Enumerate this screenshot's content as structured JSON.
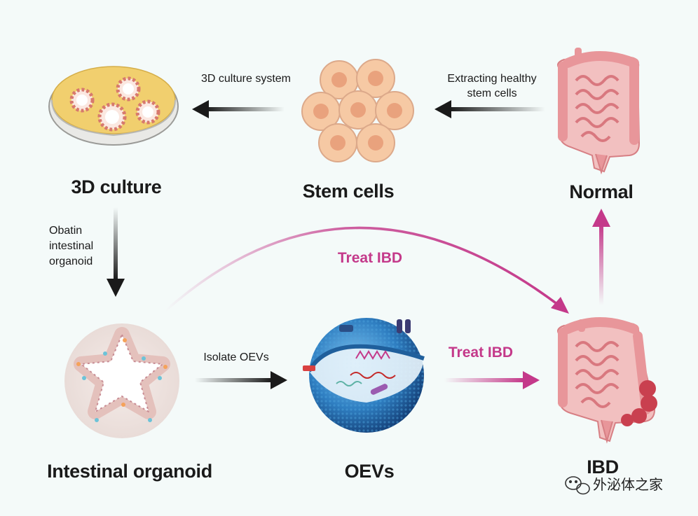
{
  "nodes": {
    "culture_3d": "3D culture",
    "stem_cells": "Stem cells",
    "normal": "Normal",
    "intestinal_organoid": "Intestinal organoid",
    "oevs": "OEVs",
    "ibd": "IBD"
  },
  "edges": {
    "culture_system": "3D culture system",
    "extracting_1": "Extracting healthy",
    "extracting_2": "stem cells",
    "obtain_1": "Obatin",
    "obtain_2": "intestinal",
    "obtain_3": "organoid",
    "isolate": "Isolate OEVs",
    "treat_curve": "Treat IBD",
    "treat_straight": "Treat IBD"
  },
  "watermark": "外泌体之家",
  "colors": {
    "background": "#f4faf9",
    "arrow_dark": "#1a1a1a",
    "arrow_pink": "#c4398a",
    "intestine": "#e8969a",
    "inflamed": "#c9404f",
    "cell": "#f6c9a4",
    "nucleus": "#e9a27d",
    "dish_medium": "#f1cf6e",
    "vesicle": "#2f7fc2"
  }
}
